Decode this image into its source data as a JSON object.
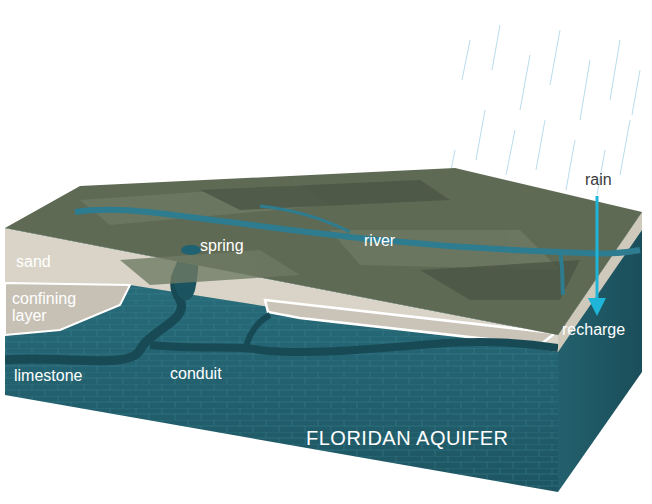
{
  "diagram": {
    "labels": [
      "rain",
      "spring",
      "river",
      "sand",
      "confining layer",
      "recharge",
      "limestone",
      "conduit",
      "FLORIDAN AQUIFER"
    ]
  }
}
